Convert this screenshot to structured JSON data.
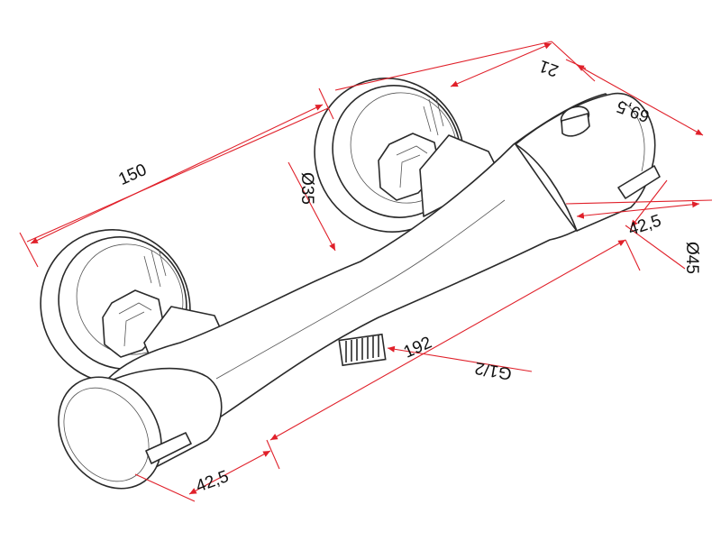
{
  "dimensions": {
    "overall_length": "150",
    "body_diameter": "Ø35",
    "distance_center": "192",
    "end_length_left": "42,5",
    "end_length_right": "42,5",
    "outlet_diameter": "Ø45",
    "thread": "G1/2",
    "offset_top": "21",
    "projection": "69,5"
  },
  "colors": {
    "dimension_line": "#e0202a",
    "outline": "#2a2a2a",
    "text": "#111111"
  }
}
